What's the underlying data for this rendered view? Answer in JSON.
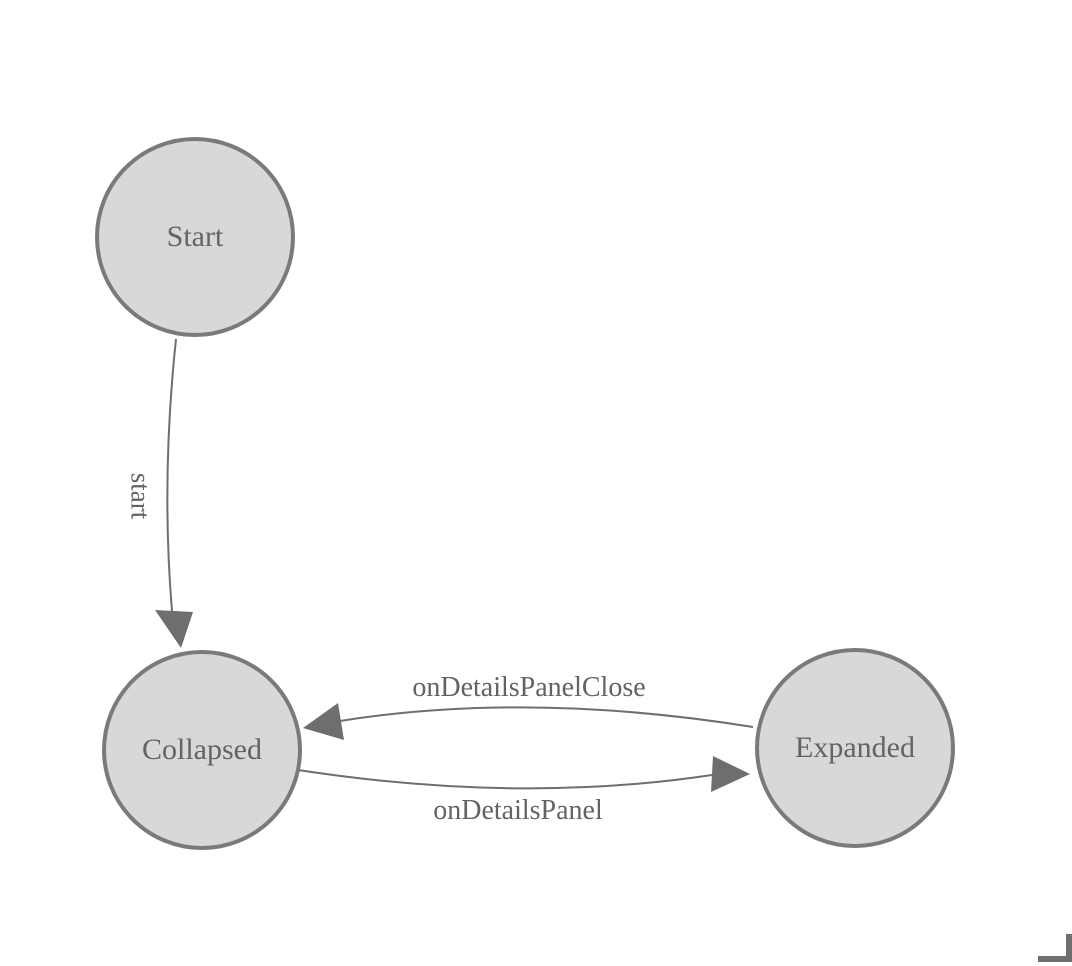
{
  "diagram": {
    "type": "state-machine",
    "nodes": [
      {
        "id": "start",
        "label": "Start"
      },
      {
        "id": "collapsed",
        "label": "Collapsed"
      },
      {
        "id": "expanded",
        "label": "Expanded"
      }
    ],
    "edges": [
      {
        "from": "Start",
        "to": "Collapsed",
        "label": "start"
      },
      {
        "from": "Expanded",
        "to": "Collapsed",
        "label": "onDetailsPanelClose"
      },
      {
        "from": "Collapsed",
        "to": "Expanded",
        "label": "onDetailsPanel"
      }
    ],
    "colors": {
      "background": "#ffffff",
      "node_fill": "#d8d8d8",
      "node_border": "#7a7a7a",
      "edge_color": "#6e6e6e",
      "text_color": "#636363",
      "corner_mark": "#6f6f6f"
    }
  }
}
